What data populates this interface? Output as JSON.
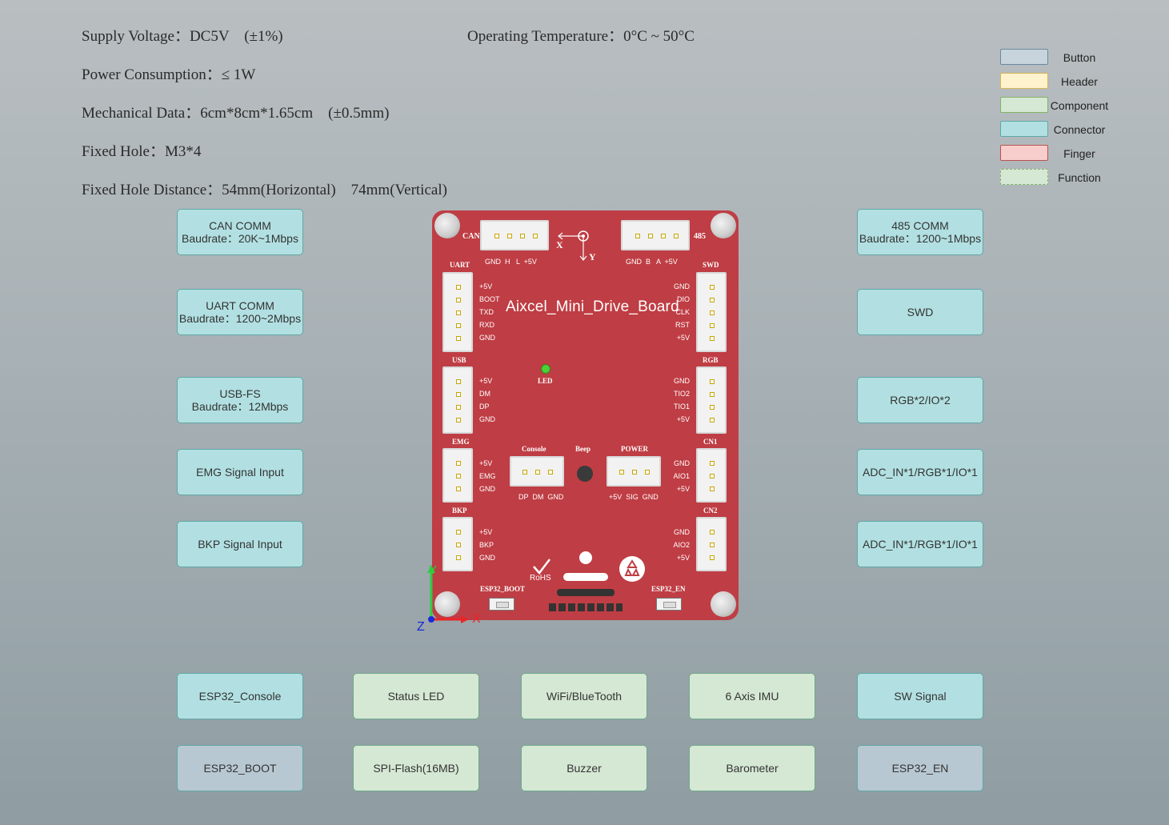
{
  "specs": {
    "supply": "Supply Voltage：DC5V　(±1%)",
    "temperature": "Operating Temperature：0°C ~ 50°C",
    "power": "Power Consumption：≤ 1W",
    "mechanical": "Mechanical Data：6cm*8cm*1.65cm　(±0.5mm)",
    "fixed_hole": "Fixed Hole：M3*4",
    "hole_distance": "Fixed Hole Distance：54mm(Horizontal)　74mm(Vertical)"
  },
  "legend": [
    {
      "label": "Button",
      "color": "#c8d4dc",
      "border": "#6a8aa0"
    },
    {
      "label": "Header",
      "color": "#fff2cc",
      "border": "#d6b656"
    },
    {
      "label": "Component",
      "color": "#d5e8d4",
      "border": "#82b366"
    },
    {
      "label": "Connector",
      "color": "#b2e0e2",
      "border": "#5fa8a8"
    },
    {
      "label": "Finger",
      "color": "#f8cecc",
      "border": "#b85450"
    },
    {
      "label": "Function",
      "color": "#d5e8d4",
      "border": "#82b366"
    }
  ],
  "left_boxes": {
    "can": {
      "title": "CAN COMM",
      "sub": "Baudrate：20K~1Mbps"
    },
    "uart": {
      "title": "UART COMM",
      "sub": "Baudrate：1200~2Mbps"
    },
    "usb": {
      "title": "USB-FS",
      "sub": "Baudrate：12Mbps"
    },
    "emg": {
      "title": "EMG Signal Input"
    },
    "bkp": {
      "title": "BKP Signal Input"
    }
  },
  "right_boxes": {
    "rs485": {
      "title": "485 COMM",
      "sub": "Baudrate：1200~1Mbps"
    },
    "swd": {
      "title": "SWD"
    },
    "rgb": {
      "title": "RGB*2/IO*2"
    },
    "cn1": {
      "title": "ADC_IN*1/RGB*1/IO*1"
    },
    "cn2": {
      "title": "ADC_IN*1/RGB*1/IO*1"
    }
  },
  "bottom_row1": [
    "ESP32_Console",
    "Status LED",
    "WiFi/BlueTooth",
    "6 Axis IMU",
    "SW Signal"
  ],
  "bottom_row2": [
    "ESP32_BOOT",
    "SPI-Flash(16MB)",
    "Buzzer",
    "Barometer",
    "ESP32_EN"
  ],
  "board": {
    "title": "Aixcel_Mini_Drive_Board",
    "can_label": "CAN",
    "can_pins": "GND  H   L  +5V",
    "rs485_label": "485",
    "rs485_pins": "GND  B   A  +5V",
    "uart_label": "UART",
    "uart_pins": [
      "+5V",
      "BOOT",
      "TXD",
      "RXD",
      "GND"
    ],
    "swd_label": "SWD",
    "swd_pins": [
      "GND",
      "DIO",
      "CLK",
      "RST",
      "+5V"
    ],
    "usb_label": "USB",
    "usb_pins": [
      "+5V",
      "DM",
      "DP",
      "GND"
    ],
    "rgb_label": "RGB",
    "rgb_pins": [
      "GND",
      "TIO2",
      "TIO1",
      "+5V"
    ],
    "emg_label": "EMG",
    "emg_pins": [
      "+5V",
      "EMG",
      "GND"
    ],
    "cn1_label": "CN1",
    "cn1_pins": [
      "GND",
      "AIO1",
      "+5V"
    ],
    "bkp_label": "BKP",
    "bkp_pins": [
      "+5V",
      "BKP",
      "GND"
    ],
    "cn2_label": "CN2",
    "cn2_pins": [
      "GND",
      "AIO2",
      "+5V"
    ],
    "console_label": "Console",
    "console_pins": "DP  DM  GND",
    "beep_label": "Beep",
    "power_label": "POWER",
    "power_pins": "+5V  SIG  GND",
    "led_label": "LED",
    "rohs": "RoHS",
    "esp32_boot": "ESP32_BOOT",
    "esp32_en": "ESP32_EN",
    "axis_x": "X",
    "axis_y": "Y"
  },
  "axes": {
    "x": "X",
    "y": "Y",
    "z": "Z"
  }
}
